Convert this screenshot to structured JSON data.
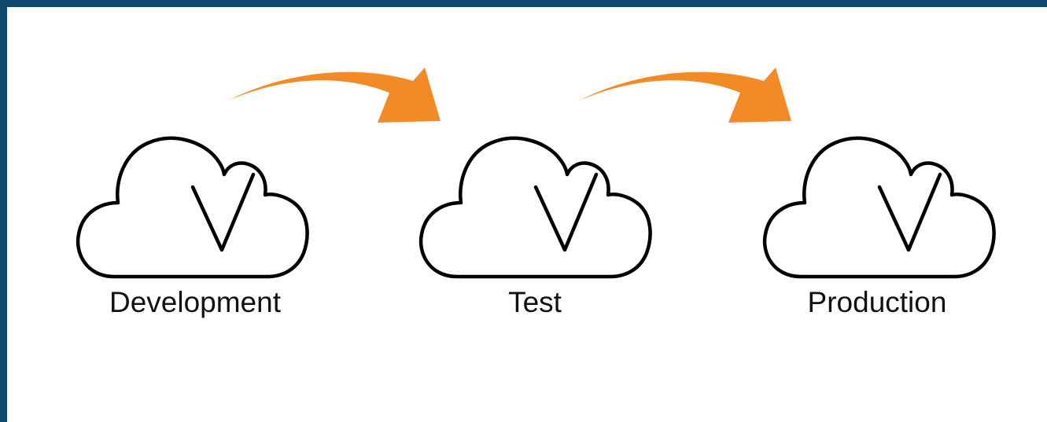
{
  "diagram": {
    "stages": [
      {
        "label": "Development",
        "icon": "cloud-check-icon"
      },
      {
        "label": "Test",
        "icon": "cloud-check-icon"
      },
      {
        "label": "Production",
        "icon": "cloud-check-icon"
      }
    ],
    "connectors": [
      {
        "from": "Development",
        "to": "Test",
        "icon": "curved-arrow-icon"
      },
      {
        "from": "Test",
        "to": "Production",
        "icon": "curved-arrow-icon"
      }
    ],
    "colors": {
      "frame": "#0f4a6e",
      "arrow": "#f28a25",
      "icon_stroke": "#000000",
      "text": "#111111"
    }
  }
}
